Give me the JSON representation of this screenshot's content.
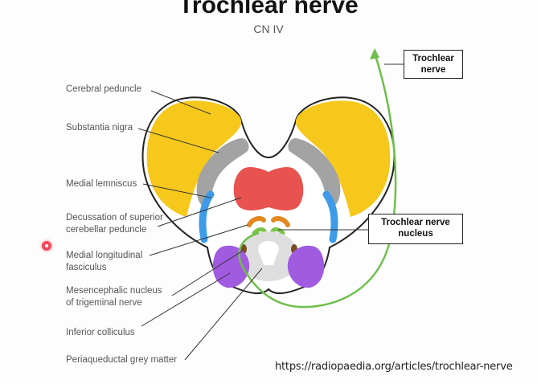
{
  "title": "Trochlear nerve",
  "subtitle": "CN IV",
  "labels": {
    "cerebral_peduncle": "Cerebral peduncle",
    "substantia_nigra": "Substantia nigra",
    "medial_lemniscus": "Medial lemniscus",
    "decussation": "Decussation of superior\ncerebellar peduncle",
    "mlf": "Medial longitudinal\nfasciculus",
    "mesencephalic_nucleus": "Mesencephalic nucleus\nof trigeminal nerve",
    "inferior_colliculus": "Inferior colliculus",
    "periaqueductal": "Periaqueductal grey matter"
  },
  "callouts": {
    "trochlear_nerve": "Trochlear\nnerve",
    "trochlear_nucleus": "Trochlear nerve\nnucleus"
  },
  "source_url": "https://radiopaedia.org/articles/trochlear-nerve",
  "colors": {
    "peduncle": "#f6c81c",
    "substantia_nigra": "#a3a3a3",
    "medial_lemniscus": "#3d9be9",
    "decussation": "#e9534f",
    "mlf": "#e3881f",
    "mesencephalic": "#7a4b1f",
    "colliculus": "#a05be0",
    "periaqueductal": "#d8d8d8",
    "nucleus": "#7cc34b",
    "nerve": "#6fbf4a"
  }
}
